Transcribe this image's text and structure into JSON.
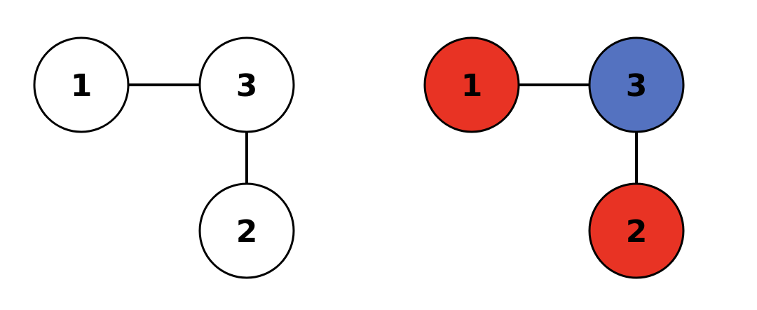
{
  "graphs": [
    {
      "nodes": [
        {
          "id": "1",
          "label": "1",
          "fill": "#ffffff"
        },
        {
          "id": "3",
          "label": "3",
          "fill": "#ffffff"
        },
        {
          "id": "2",
          "label": "2",
          "fill": "#ffffff"
        }
      ],
      "edges": [
        {
          "from": "1",
          "to": "3"
        },
        {
          "from": "3",
          "to": "2"
        }
      ]
    },
    {
      "nodes": [
        {
          "id": "1",
          "label": "1",
          "fill": "#e83324"
        },
        {
          "id": "3",
          "label": "3",
          "fill": "#5472c0"
        },
        {
          "id": "2",
          "label": "2",
          "fill": "#e83324"
        }
      ],
      "edges": [
        {
          "from": "1",
          "to": "3"
        },
        {
          "from": "3",
          "to": "2"
        }
      ]
    }
  ],
  "colors": {
    "stroke": "#000000",
    "red": "#e83324",
    "blue": "#5472c0"
  }
}
